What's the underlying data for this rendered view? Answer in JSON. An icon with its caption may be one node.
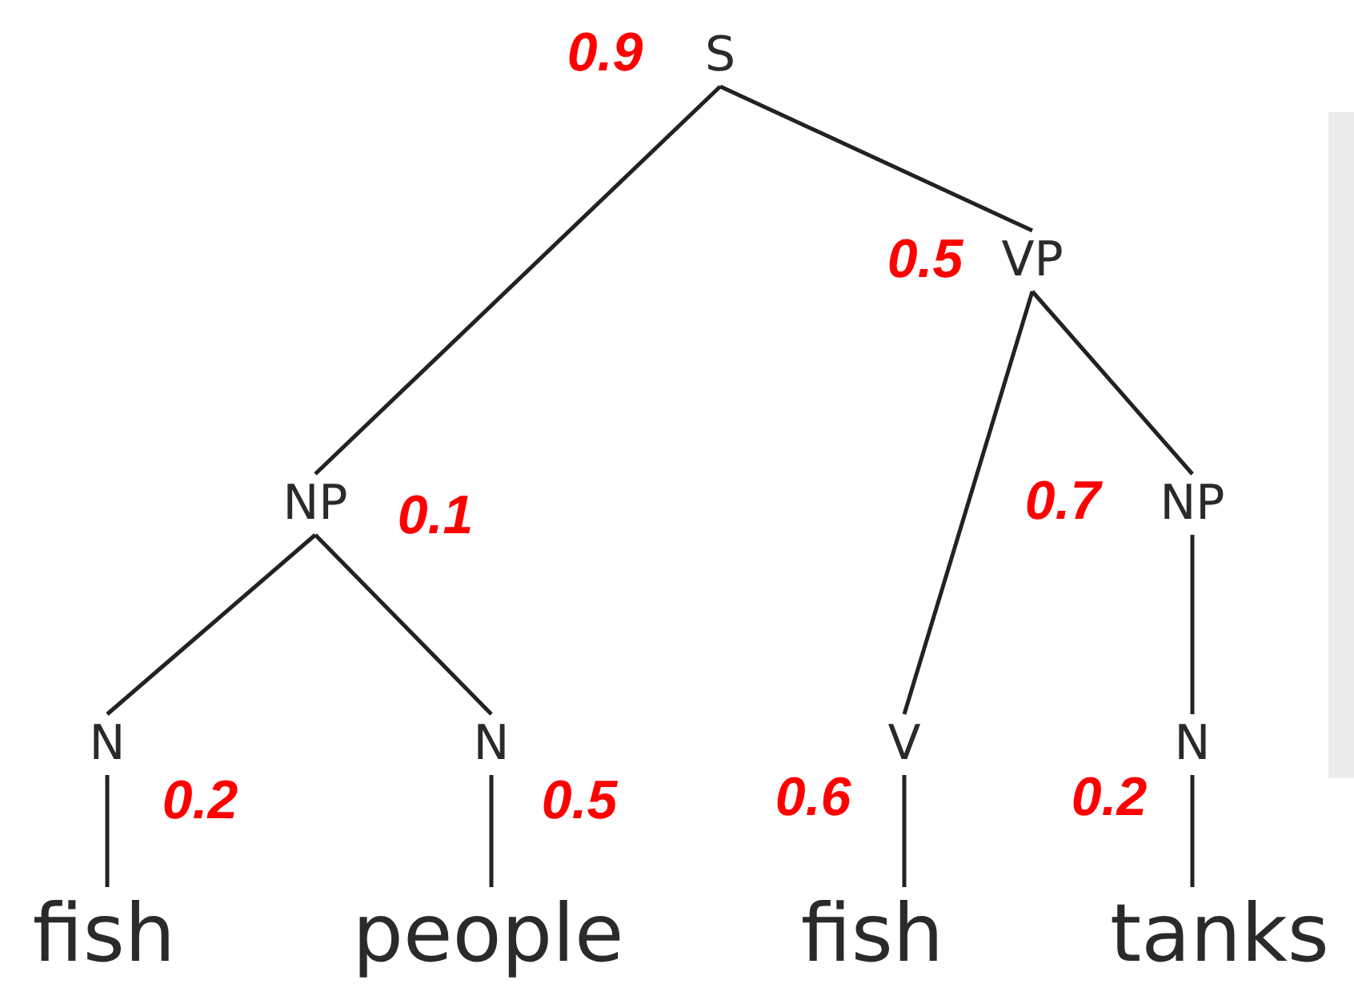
{
  "diagram": {
    "nodes": [
      {
        "text": [
          "S"
        ],
        "beside": [
          "0.9"
        ]
      },
      {
        "text": [
          "VP"
        ],
        "beside": [
          "0.5"
        ]
      },
      {
        "text": [
          "NP"
        ],
        "beside": [
          "0.1"
        ]
      },
      {
        "text": [
          "NP"
        ],
        "beside": [
          "0.7"
        ]
      },
      {
        "text": [
          "N"
        ],
        "beside": [
          "0.2"
        ]
      },
      {
        "text": [
          "N"
        ],
        "beside": [
          "0.5"
        ]
      },
      {
        "text": [
          "V"
        ],
        "beside": [
          "0.6"
        ]
      },
      {
        "text": [
          "N"
        ],
        "beside": [
          "0.2"
        ]
      },
      {
        "text": [
          "fish"
        ]
      },
      {
        "text": [
          "people"
        ]
      },
      {
        "text": [
          "fish"
        ]
      },
      {
        "text": [
          "tanks"
        ]
      }
    ],
    "edges": [
      {
        "from": 0,
        "to": 2,
        "arrow": "none"
      },
      {
        "from": 0,
        "to": 1,
        "arrow": "none"
      },
      {
        "from": 1,
        "to": 6,
        "arrow": "none"
      },
      {
        "from": 1,
        "to": 3,
        "arrow": "none"
      },
      {
        "from": 2,
        "to": 4,
        "arrow": "none"
      },
      {
        "from": 2,
        "to": 5,
        "arrow": "none"
      },
      {
        "from": 3,
        "to": 7,
        "arrow": "none"
      },
      {
        "from": 4,
        "to": 8,
        "arrow": "none"
      },
      {
        "from": 5,
        "to": 9,
        "arrow": "none"
      },
      {
        "from": 6,
        "to": 10,
        "arrow": "none"
      },
      {
        "from": 7,
        "to": 11,
        "arrow": "none"
      }
    ]
  }
}
